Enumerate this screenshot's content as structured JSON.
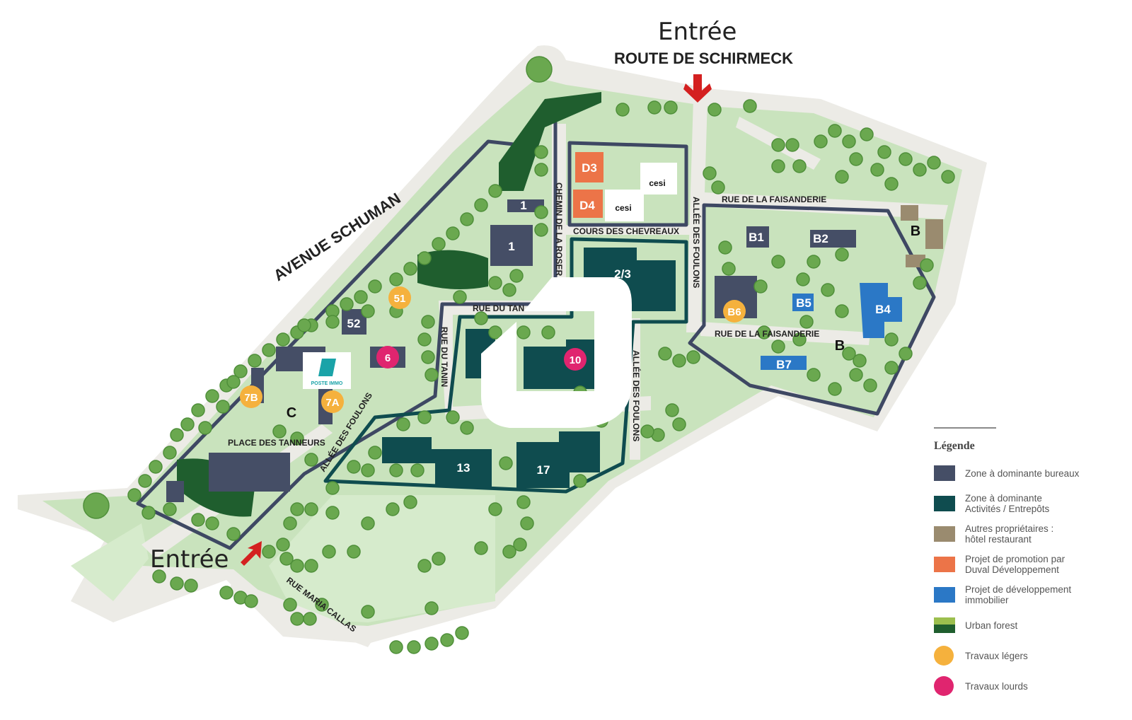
{
  "entrances": {
    "top": "Entrée",
    "bottom": "Entrée"
  },
  "roads": {
    "route_schirmeck": "ROUTE DE SCHIRMECK",
    "avenue_schuman": "AVENUE SCHUMAN",
    "chemin_roser": "CHEMIN DE LA ROSER",
    "cours_chevreaux": "COURS DES CHEVREAUX",
    "allee_foulons_1": "ALLÉE DES FOULONS",
    "allee_foulons_2": "ALLÉE DES FOULONS",
    "allee_foulons_3": "ALLÉE DES FOULONS",
    "rue_faisanderie_1": "RUE DE LA FAISANDERIE",
    "rue_faisanderie_2": "RUE DE LA FAISANDERIE",
    "rue_du_tan": "RUE DU TAN",
    "rue_du_tanin": "RUE DU TANIN",
    "place_tanneurs": "PLACE DES TANNEURS",
    "rue_maria_callas": "RUE MARIA CALLAS"
  },
  "buildings": {
    "b1a": "1",
    "b1b": "1",
    "b23": "2/3",
    "b52": "52",
    "b13": "13",
    "b17": "17",
    "d3": "D3",
    "d4": "D4",
    "B1": "B1",
    "B2": "B2",
    "B4": "B4",
    "B5": "B5",
    "B7": "B7",
    "cesi1": "cesi",
    "cesi2": "cesi",
    "poste_immo": "POSTE IMMO"
  },
  "badges": {
    "b51": "51",
    "b6": "6",
    "b10": "10",
    "b7a": "7A",
    "b7b": "7B",
    "bB6": "B6"
  },
  "zones": {
    "C": "C",
    "B_east": "B",
    "B_south": "B"
  },
  "legend": {
    "title": "Légende",
    "items": [
      {
        "label": "Zone à dominante bureaux",
        "color": "#454e66",
        "kind": "square"
      },
      {
        "label": "Zone à dominante\nActivités / Entrepôts",
        "color": "#0f4c4f",
        "kind": "square"
      },
      {
        "label": "Autres propriétaires :\nhôtel restaurant",
        "color": "#9a8b6f",
        "kind": "square"
      },
      {
        "label": "Projet de promotion par\nDuval Développement",
        "color": "#ec7448",
        "kind": "square"
      },
      {
        "label": "Projet de développement\nimmobilier",
        "color": "#2b78c6",
        "kind": "square"
      },
      {
        "label": "Urban forest",
        "color": "#1f5e2e",
        "kind": "forest"
      },
      {
        "label": "Travaux légers",
        "color": "#f5b13d",
        "kind": "dot"
      },
      {
        "label": "Travaux lourds",
        "color": "#e0256f",
        "kind": "dot"
      }
    ]
  }
}
